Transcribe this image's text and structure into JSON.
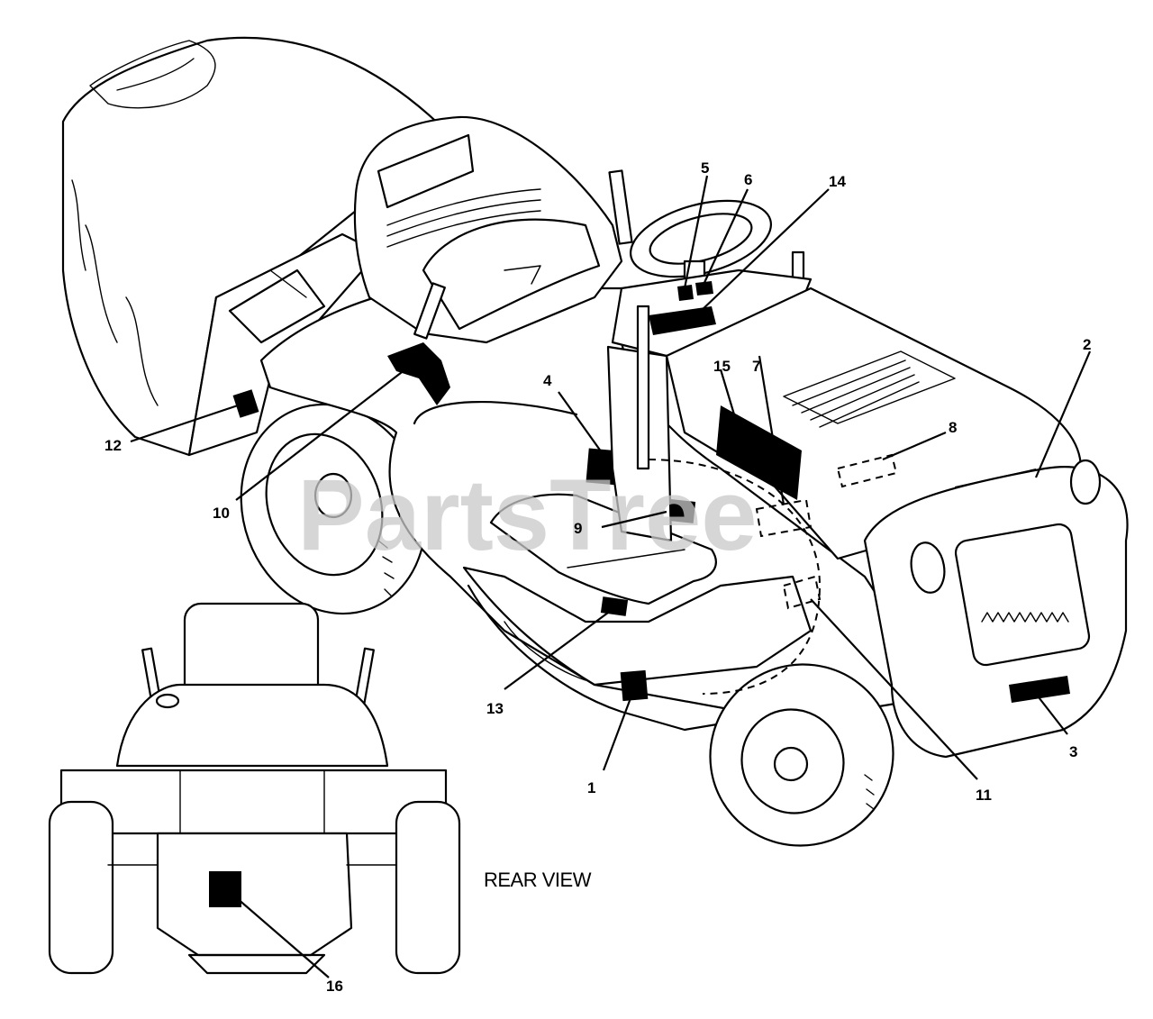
{
  "watermark": "PartsTree",
  "callouts": {
    "c1": "1",
    "c2": "2",
    "c3": "3",
    "c4": "4",
    "c5": "5",
    "c6": "6",
    "c7": "7",
    "c8": "8",
    "c9": "9",
    "c10": "10",
    "c11": "11",
    "c12": "12",
    "c13": "13",
    "c14": "14",
    "c15": "15",
    "c16": "16"
  },
  "rear_view_label": "REAR VIEW"
}
